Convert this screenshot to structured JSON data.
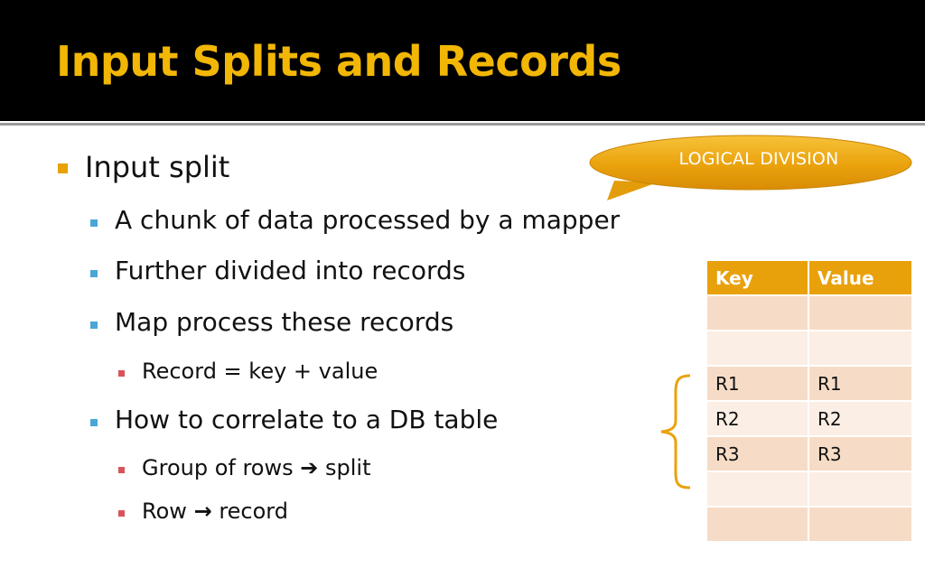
{
  "slide": {
    "title": "Input Splits and Records",
    "bullets": {
      "input_split": "Input split",
      "chunk": "A chunk of data processed by a mapper",
      "divided": "Further divided into records",
      "map_process": "Map process these records",
      "record_eq": "Record  = key + value",
      "correlate": "How to correlate to a DB table",
      "group_rows": "Group of rows",
      "split_word": "split",
      "row": "Row",
      "record_word": "record",
      "arrow": "➔",
      "arrow_thin": "→"
    },
    "callout": {
      "text": "LOGICAL DIVISION"
    },
    "table": {
      "headers": [
        "Key",
        "Value"
      ],
      "rows": [
        [
          "",
          ""
        ],
        [
          "",
          ""
        ],
        [
          "R1",
          "R1"
        ],
        [
          "R2",
          "R2"
        ],
        [
          "R3",
          "R3"
        ],
        [
          "",
          ""
        ],
        [
          "",
          ""
        ]
      ]
    },
    "colors": {
      "title": "#f2b705",
      "accent_orange": "#e9a10b",
      "level2_marker": "#4aa6d6",
      "level3_marker": "#d9535a"
    },
    "icons": {
      "brace": "curly-brace-icon",
      "callout": "speech-bubble-icon"
    }
  }
}
